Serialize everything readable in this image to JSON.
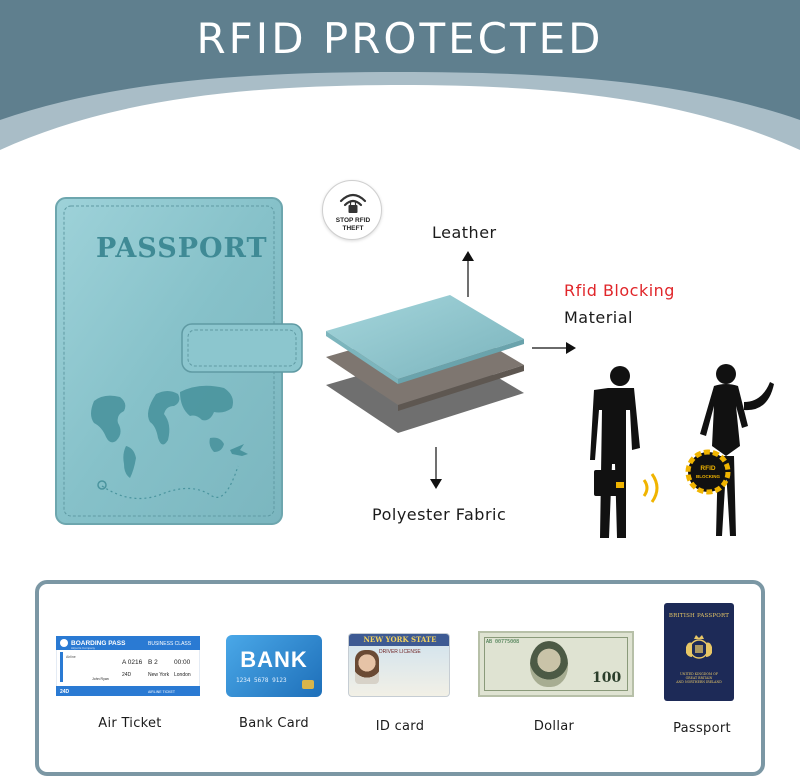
{
  "banner": {
    "title": "RFID PROTECTED",
    "color": "#5f7f8e",
    "curve_color": "#a9bdc7"
  },
  "passport_cover": {
    "word": "PASSPORT",
    "color": "#8ecbd3"
  },
  "rfid_badge": {
    "text": "STOP RFID\nTHEFT",
    "icon": "wifi-lock-icon"
  },
  "layers": {
    "top_label": "Leather",
    "middle_label_red": "Rfid Blocking",
    "middle_label": "Material",
    "bottom_label": "Polyester Fabric"
  },
  "scene": {
    "card_text": "RFID\nBLOCKING"
  },
  "items": {
    "air_ticket": {
      "label": "Air Ticket",
      "header": "BOARDING PASS",
      "class": "BUSINESS CLASS",
      "airline": "Airports Company",
      "flight": "A 0216",
      "seat": "B 2",
      "time": "00:00",
      "from": "New York",
      "to": "London",
      "passenger": "John Ryan",
      "gate": "24D",
      "footer": "AIRLINE TICKET"
    },
    "bank_card": {
      "label": "Bank Card",
      "title": "BANK",
      "number": "1234 5678 9123"
    },
    "id_card": {
      "label": "ID card",
      "title": "NEW YORK STATE",
      "subtitle": "DRIVER LICENSE"
    },
    "dollar": {
      "label": "Dollar",
      "serial": "AB 00775008",
      "denomination": "100"
    },
    "passport": {
      "label": "Passport",
      "title": "BRITISH PASSPORT",
      "subtitle": "UNITED KINGDOM OF\nGREAT BRITAIN\nAND NORTHERN IRELAND"
    }
  }
}
